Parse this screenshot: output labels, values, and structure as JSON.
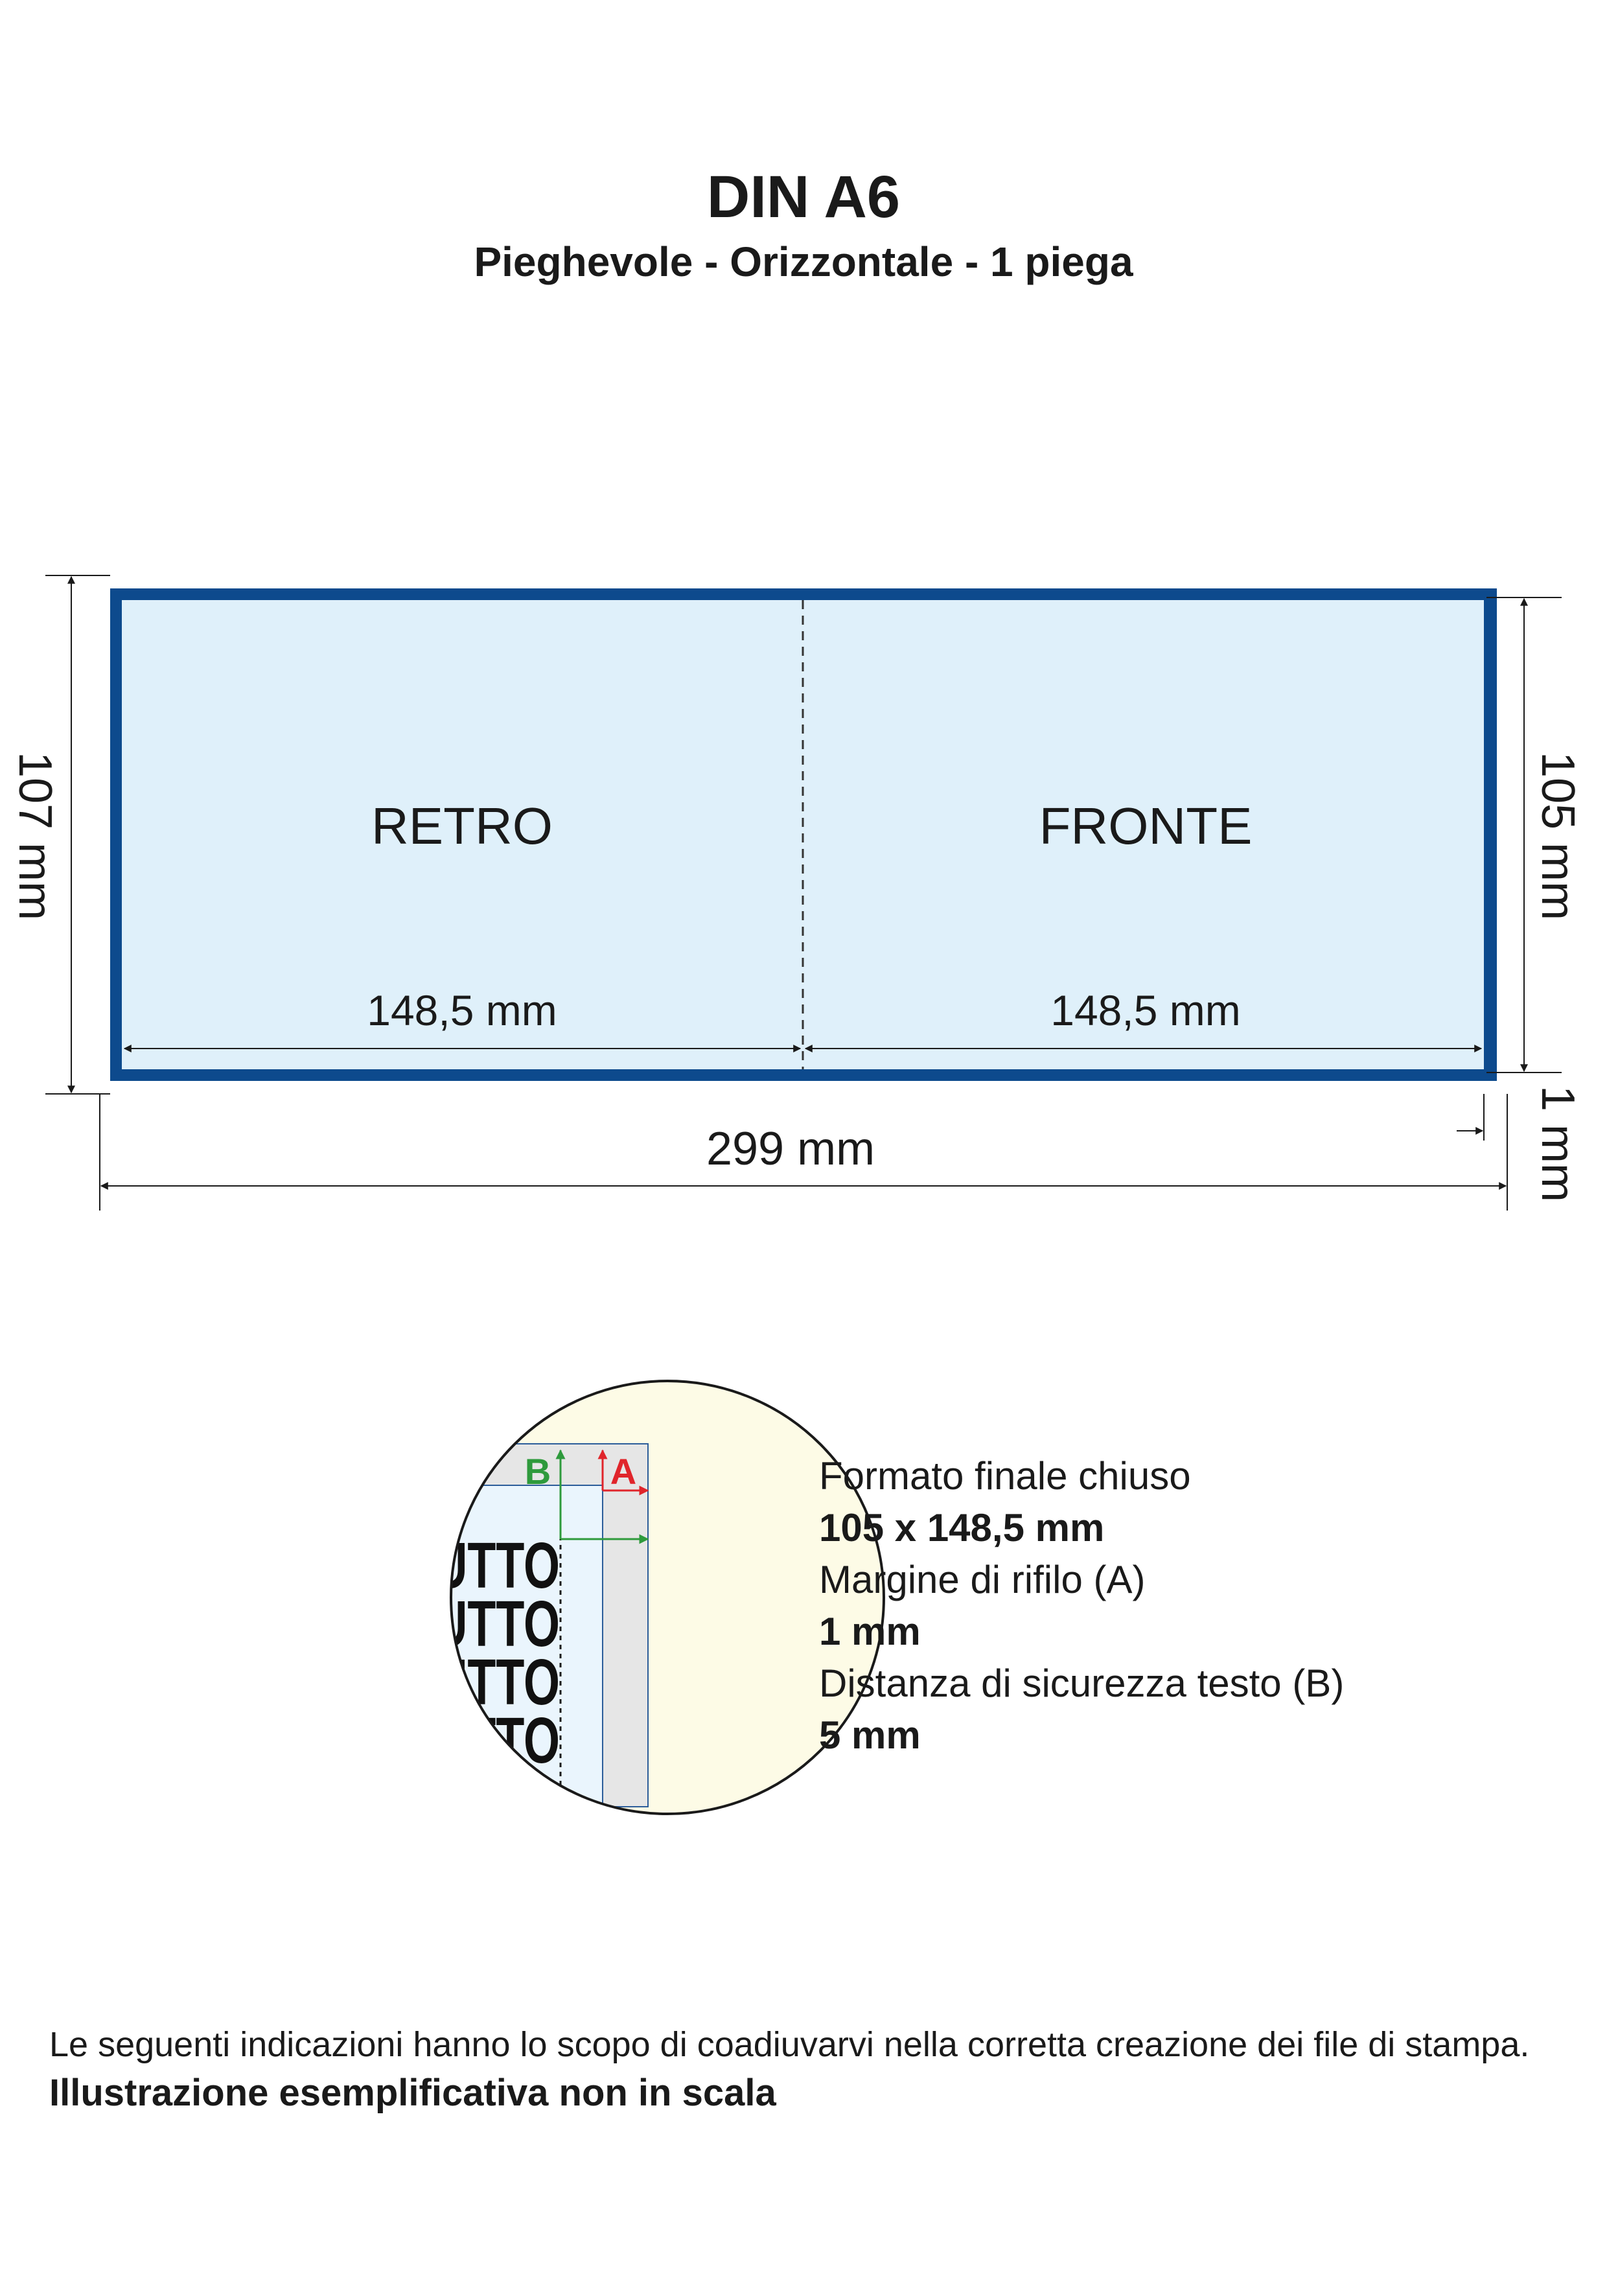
{
  "header": {
    "title": "DIN A6",
    "subtitle": "Pieghevole - Orizzontale - 1 piega"
  },
  "layout": {
    "panels": [
      {
        "label": "RETRO",
        "width_label": "148,5 mm"
      },
      {
        "label": "FRONTE",
        "width_label": "148,5 mm"
      }
    ],
    "total_width_label": "299 mm",
    "total_height_label": "107 mm",
    "final_height_label": "105 mm",
    "bleed_label": "1 mm"
  },
  "detail": {
    "sample_text": "IPOTUTTO",
    "marker_b": "B",
    "marker_a": "A"
  },
  "info": {
    "line1": "Formato finale chiuso",
    "line2": "105 x 148,5 mm",
    "line3": "Margine di rifilo (A)",
    "line4": "1 mm",
    "line5": "Distanza di sicurezza testo (B)",
    "line6": "5 mm"
  },
  "footer": {
    "note": "Le seguenti indicazioni hanno lo scopo di coadiuvarvi nella corretta creazione dei file di stampa.",
    "disclaimer": "Illustrazione esemplificativa non in scala"
  },
  "colors": {
    "border": "#0d4a8d",
    "panel_fill": "#dff0fa",
    "circle_fill": "#fdfbe6",
    "bleed_gray": "#e6e6e6",
    "arrow_red": "#e0252b",
    "arrow_green": "#2e9a3c"
  }
}
